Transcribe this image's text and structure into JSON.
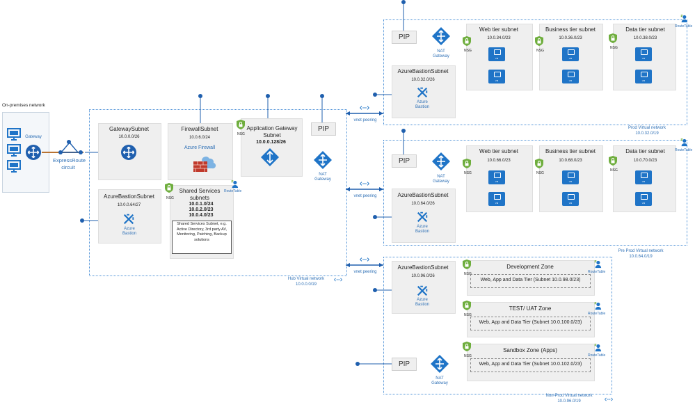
{
  "colors": {
    "accent": "#1f74c7",
    "vnet_border": "#4a8fd6",
    "subnet_bg": "#efefef",
    "nsg_green": "#6fae3e",
    "firewall": "#c0392b"
  },
  "onprem": {
    "title": "On-premises network",
    "gateway_label": "Gateway"
  },
  "expressroute": {
    "label": "ExpressRoute circuit"
  },
  "hub": {
    "vnet_label": "Hub Virtual network",
    "vnet_cidr": "10.0.0.0/19",
    "gateway_subnet": {
      "title": "GatewaySubnet",
      "cidr": "10.0.0.0/26"
    },
    "firewall_subnet": {
      "title": "FirewallSubnet",
      "cidr": "10.0.6.0/24",
      "service": "Azure Firewall"
    },
    "appgw_subnet": {
      "title": "Application Gateway Subnet",
      "cidr": "10.0.0.128/26",
      "nsg": "NSG"
    },
    "pip": "PIP",
    "nat": "NAT Gateway",
    "bastion_subnet": {
      "title": "AzureBastionSubnet",
      "cidr": "10.0.0.64/27",
      "service": "Azure Bastion"
    },
    "shared": {
      "title": "Shared Services subnets",
      "cidrs": [
        "10.0.1.0/24",
        "10.0.2.0/23",
        "10.0.4.0/23"
      ],
      "note": "Shared Services Subnet, e.g. Active Directory, 3rd party AV, Monitoring, Patching, Backup solutions",
      "nsg": "NSG",
      "routetable": "RouteTable"
    }
  },
  "peering_label": "vnet peering",
  "prod": {
    "vnet_label": "Prod Virtual network",
    "vnet_cidr": "10.0.32.0/19",
    "routetable": "RouteTable",
    "pip": "PIP",
    "nat": "NAT Gateway",
    "bastion": {
      "title": "AzureBastionSubnet",
      "cidr": "10.0.32.0/26",
      "service": "Azure Bastion"
    },
    "tiers": [
      {
        "title": "Web tier subnet",
        "cidr": "10.0.34.0/23",
        "nsg": "NSG"
      },
      {
        "title": "Business tier subnet",
        "cidr": "10.0.36.0/23",
        "nsg": "NSG"
      },
      {
        "title": "Data tier subnet",
        "cidr": "10.0.38.0/23",
        "nsg": "NSG"
      }
    ],
    "vm": "VM"
  },
  "preprod": {
    "vnet_label": "Pre Prod Virtual network",
    "vnet_cidr": "10.0.64.0/19",
    "routetable": "RouteTable",
    "pip": "PIP",
    "nat": "NAT Gateway",
    "bastion": {
      "title": "AzureBastionSubnet",
      "cidr": "10.0.64.0/26",
      "service": "Azure Bastion"
    },
    "tiers": [
      {
        "title": "Web tier subnet",
        "cidr": "10.0.66.0/23",
        "nsg": "NSG"
      },
      {
        "title": "Business tier subnet",
        "cidr": "10.0.68.0/23",
        "nsg": "NSG"
      },
      {
        "title": "Data tier subnet",
        "cidr": "10.0.70.0/23",
        "nsg": "NSG"
      }
    ],
    "vm": "VM"
  },
  "nonprod": {
    "vnet_label": "Non-Prod Virtual network",
    "vnet_cidr": "10.0.96.0/19",
    "pip": "PIP",
    "nat": "NAT Gateway",
    "bastion": {
      "title": "AzureBastionSubnet",
      "cidr": "10.0.96.0/26",
      "service": "Azure Bastion"
    },
    "zones": [
      {
        "title": "Development Zone",
        "detail": "Web, App and Data Tier (Subnet 10.0.98.0/23)",
        "nsg": "NSG",
        "routetable": "RouteTable"
      },
      {
        "title": "TEST/ UAT Zone",
        "detail": "Web, App and Data Tier (Subnet 10.0.100.0/23)",
        "nsg": "NSG",
        "routetable": "RouteTable"
      },
      {
        "title": "Sandbox Zone (Apps)",
        "detail": "Web, App and Data Tier (Subnet 10.0.102.0/23)",
        "nsg": "NSG",
        "routetable": "RouteTable"
      }
    ]
  }
}
